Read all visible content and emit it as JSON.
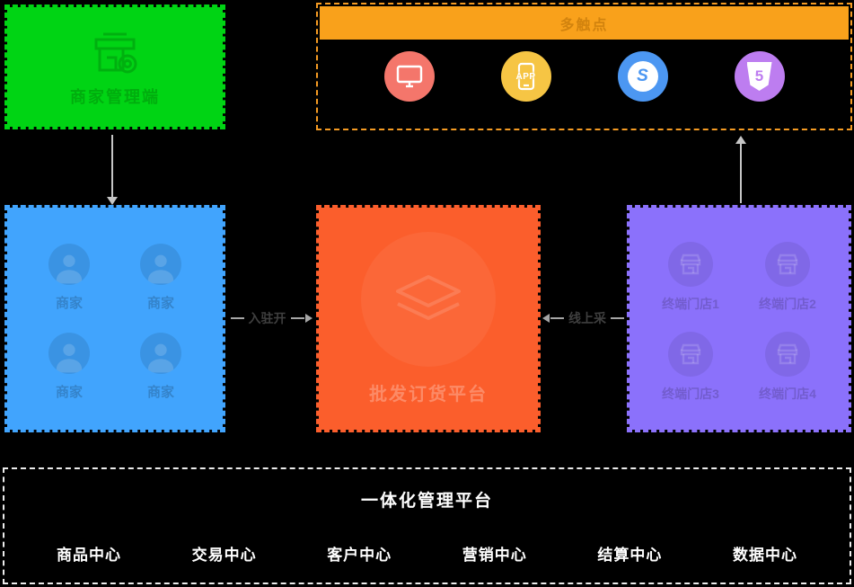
{
  "colors": {
    "background": "#000000",
    "green_box": "#00d414",
    "blue_box": "#41a4fd",
    "orange_box": "#fb5e2c",
    "purple_box": "#8b71fb",
    "orange_header": "#f9a11b",
    "dashed_orange": "#f59b23",
    "pc_circle": "#f4766b",
    "app_circle": "#f6c544",
    "mini_program_circle": "#4c97f2",
    "h5_circle": "#bd7df0"
  },
  "merchant_admin": {
    "label": "商家管理端"
  },
  "touchpoints": {
    "title": "多触点",
    "app_badge": "APP",
    "mini_program_glyph": "S",
    "h5_glyph": "5"
  },
  "merchants": {
    "items": [
      "商家",
      "商家",
      "商家",
      "商家"
    ]
  },
  "platform": {
    "label": "批发订货平台"
  },
  "stores": {
    "items": [
      "终端门店1",
      "终端门店2",
      "终端门店3",
      "终端门店4"
    ]
  },
  "flows": {
    "settle_in": "入驻开",
    "online_purchase": "线上采"
  },
  "management": {
    "title": "一体化管理平台",
    "centers": [
      "商品中心",
      "交易中心",
      "客户中心",
      "营销中心",
      "结算中心",
      "数据中心"
    ]
  }
}
